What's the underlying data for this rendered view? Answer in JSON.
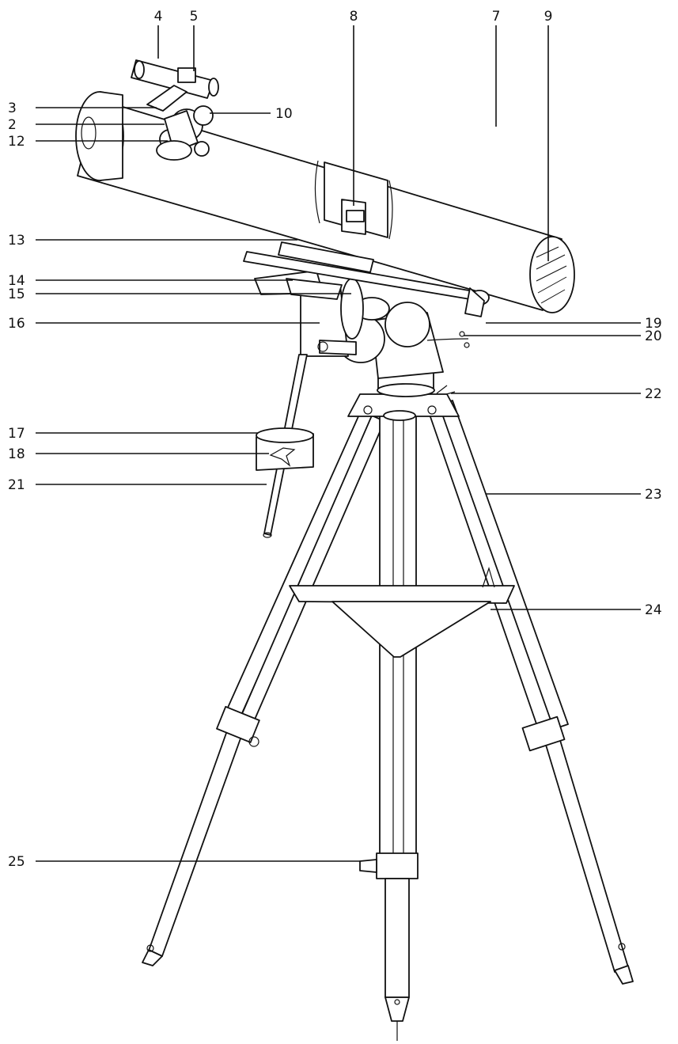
{
  "callouts": [
    {
      "id": "4",
      "label": "4"
    },
    {
      "id": "5",
      "label": "5"
    },
    {
      "id": "8",
      "label": "8"
    },
    {
      "id": "7",
      "label": "7"
    },
    {
      "id": "9",
      "label": "9"
    },
    {
      "id": "3",
      "label": "3"
    },
    {
      "id": "2",
      "label": "2"
    },
    {
      "id": "12",
      "label": "12"
    },
    {
      "id": "10",
      "label": "10"
    },
    {
      "id": "13",
      "label": "13"
    },
    {
      "id": "14",
      "label": "14"
    },
    {
      "id": "15",
      "label": "15"
    },
    {
      "id": "16",
      "label": "16"
    },
    {
      "id": "17",
      "label": "17"
    },
    {
      "id": "18",
      "label": "18"
    },
    {
      "id": "21",
      "label": "21"
    },
    {
      "id": "19",
      "label": "19"
    },
    {
      "id": "20",
      "label": "20"
    },
    {
      "id": "22",
      "label": "22"
    },
    {
      "id": "23",
      "label": "23"
    },
    {
      "id": "24",
      "label": "24"
    },
    {
      "id": "25",
      "label": "25"
    }
  ]
}
